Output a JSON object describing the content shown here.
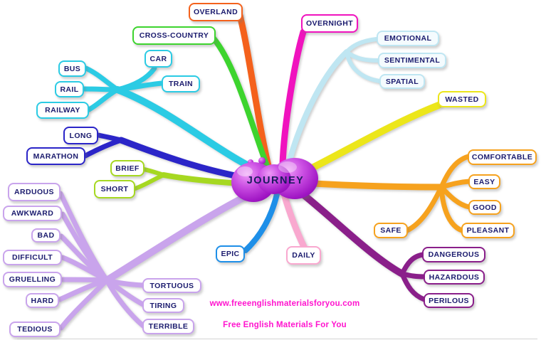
{
  "title": "JOURNEY mind map",
  "center": {
    "label": "JOURNEY"
  },
  "palette": {
    "overland": "#f4611c",
    "crossCountry": "#3dd42e",
    "transport": "#2bcbe4",
    "length": "#2b25c8",
    "brevity": "#a6d821",
    "overnight": "#f013be",
    "dimension": "#bfe6f2",
    "wasted": "#ece61a",
    "positive": "#f6a21e",
    "danger": "#8a1f8a",
    "daily": "#f9a8cf",
    "epic": "#1e8fe8",
    "difficulty": "#c9a4ec",
    "label_text": "#1b1b6e",
    "footer_pink": "#ff14ce",
    "center_fill": "#b32fd4"
  },
  "branches": [
    {
      "id": "overland",
      "color": "#f4611c",
      "nodes": [
        "OVERLAND"
      ]
    },
    {
      "id": "crossCountry",
      "color": "#3dd42e",
      "nodes": [
        "CROSS-COUNTRY"
      ]
    },
    {
      "id": "transport",
      "color": "#2bcbe4",
      "nodes": [
        "CAR",
        "TRAIN",
        "BUS",
        "RAIL",
        "RAILWAY"
      ]
    },
    {
      "id": "length",
      "color": "#2b25c8",
      "nodes": [
        "LONG",
        "MARATHON"
      ]
    },
    {
      "id": "brevity",
      "color": "#a6d821",
      "nodes": [
        "BRIEF",
        "SHORT"
      ]
    },
    {
      "id": "overnight",
      "color": "#f013be",
      "nodes": [
        "OVERNIGHT"
      ]
    },
    {
      "id": "dimension",
      "color": "#bfe6f2",
      "nodes": [
        "EMOTIONAL",
        "SENTIMENTAL",
        "SPATIAL"
      ]
    },
    {
      "id": "wasted",
      "color": "#ece61a",
      "nodes": [
        "WASTED"
      ]
    },
    {
      "id": "positive",
      "color": "#f6a21e",
      "nodes": [
        "COMFORTABLE",
        "EASY",
        "GOOD",
        "PLEASANT",
        "SAFE"
      ]
    },
    {
      "id": "danger",
      "color": "#8a1f8a",
      "nodes": [
        "DANGEROUS",
        "HAZARDOUS",
        "PERILOUS"
      ]
    },
    {
      "id": "daily",
      "color": "#f9a8cf",
      "nodes": [
        "DAILY"
      ]
    },
    {
      "id": "epic",
      "color": "#1e8fe8",
      "nodes": [
        "EPIC"
      ]
    },
    {
      "id": "difficulty",
      "color": "#c9a4ec",
      "nodes": [
        "ARDUOUS",
        "AWKWARD",
        "BAD",
        "DIFFICULT",
        "GRUELLING",
        "HARD",
        "TEDIOUS",
        "TORTUOUS",
        "TIRING",
        "TERRIBLE"
      ]
    }
  ],
  "footer": {
    "website": "www.freeenglishmaterialsforyou.com",
    "credit": "Free English Materials For You"
  }
}
